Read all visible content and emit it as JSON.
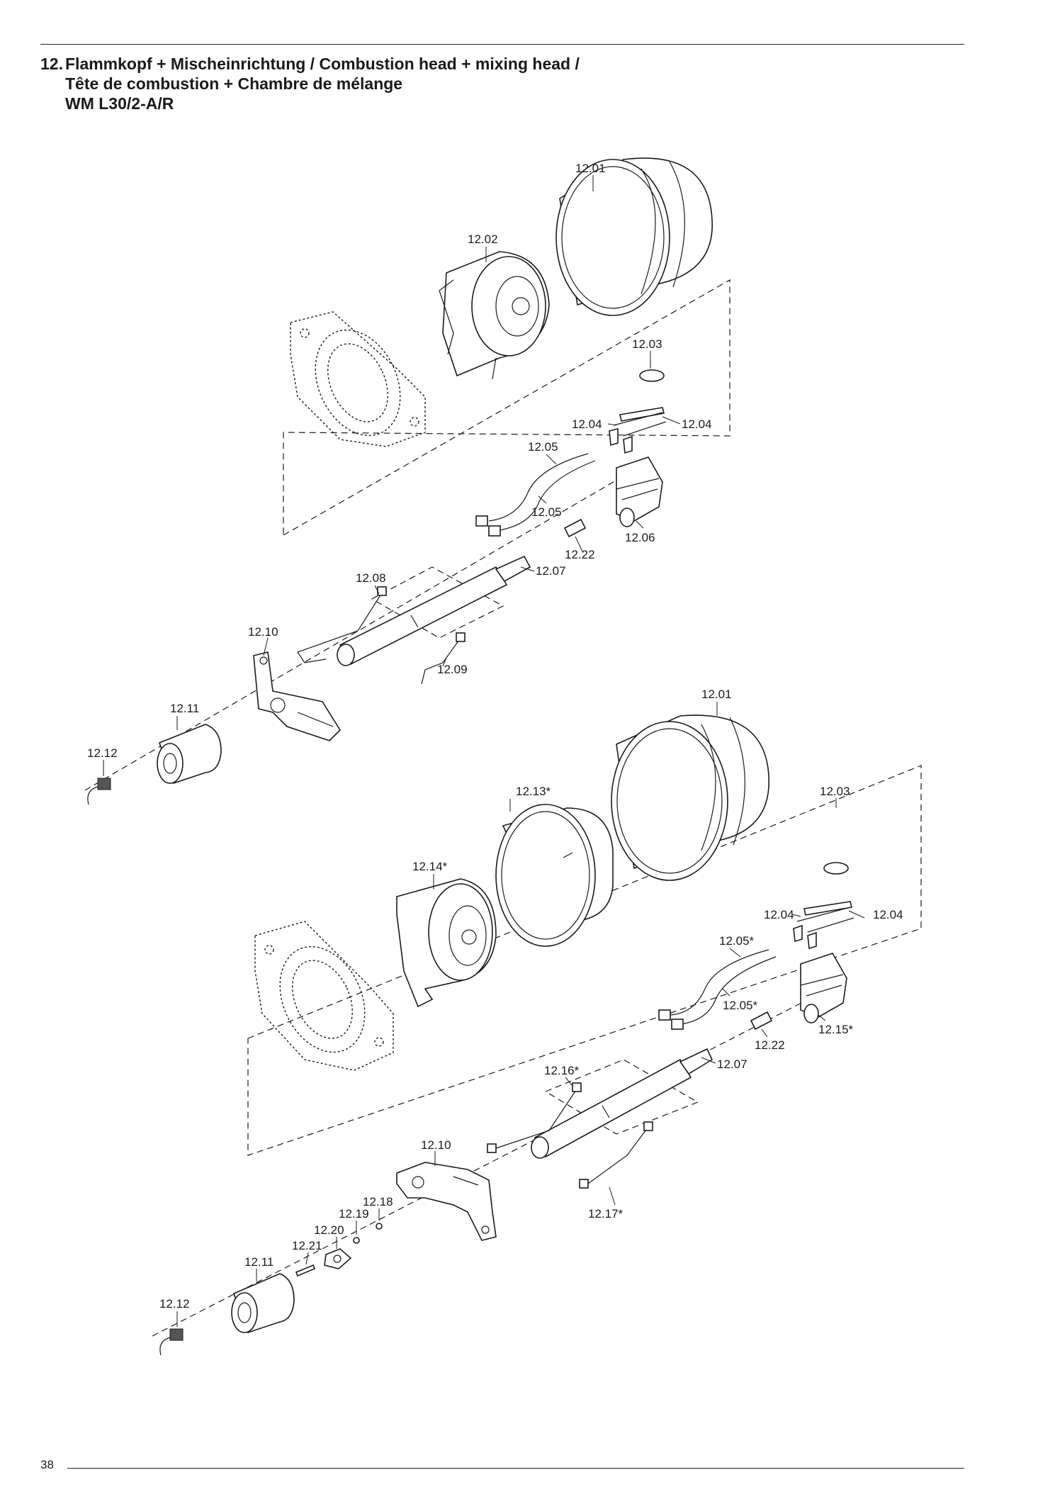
{
  "header": {
    "number": "12.",
    "line1": "Flammkopf + Mischeinrichtung / Combustion head + mixing head /",
    "line2": "Tête de combustion + Chambre de mélange",
    "line3": "WM L30/2-A/R"
  },
  "page_number": "38",
  "diagram_top": {
    "labels": {
      "p1201": "12.01",
      "p1202": "12.02",
      "p1203": "12.03",
      "p1204a": "12.04",
      "p1204b": "12.04",
      "p1205a": "12.05",
      "p1205b": "12.05",
      "p1206": "12.06",
      "p1222": "12.22",
      "p1207": "12.07",
      "p1208": "12.08",
      "p1210": "12.10",
      "p1209": "12.09",
      "p1211": "12.11",
      "p1212": "12.12"
    }
  },
  "diagram_bottom": {
    "labels": {
      "p1201": "12.01",
      "p1213": "12.13*",
      "p1203": "12.03",
      "p1214": "12.14*",
      "p1204a": "12.04",
      "p1204b": "12.04",
      "p1205a": "12.05*",
      "p1205b": "12.05*",
      "p1215": "12.15*",
      "p1222": "12.22",
      "p1207": "12.07",
      "p1216": "12.16*",
      "p1210": "12.10",
      "p1217": "12.17*",
      "p1218": "12.18",
      "p1219": "12.19",
      "p1220": "12.20",
      "p1221": "12.21",
      "p1211": "12.11",
      "p1212": "12.12"
    }
  }
}
